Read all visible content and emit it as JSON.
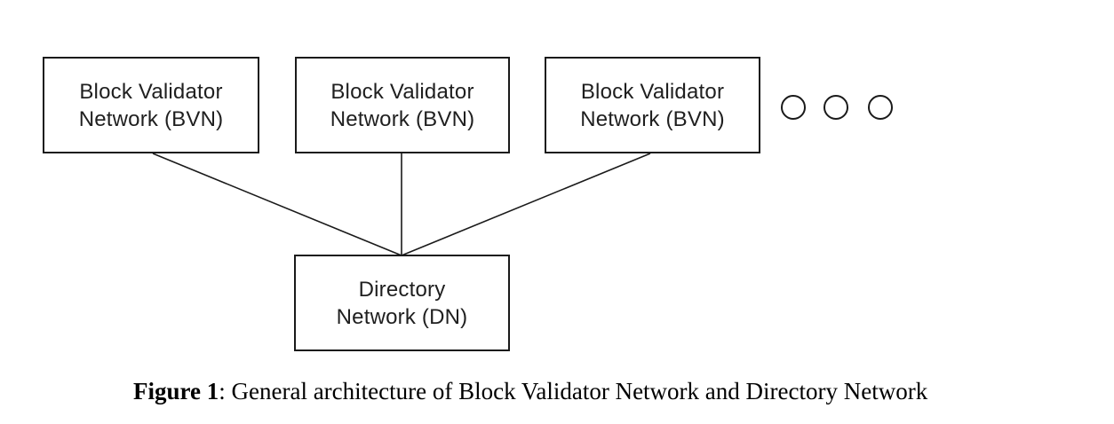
{
  "figure": {
    "boxes": {
      "bvn": [
        {
          "line1": "Block Validator",
          "line2": "Network (BVN)"
        },
        {
          "line1": "Block Validator",
          "line2": "Network (BVN)"
        },
        {
          "line1": "Block Validator",
          "line2": "Network (BVN)"
        }
      ],
      "dn": {
        "line1": "Directory",
        "line2": "Network (DN)"
      }
    },
    "ellipsis": {
      "circle_count": 3,
      "meaning": "more BVNs"
    },
    "caption": {
      "label": "Figure 1",
      "rest": ": General architecture of Block Validator Network and Directory Network"
    }
  },
  "colors": {
    "background": "#ffffff",
    "box_border": "#1a1a1a",
    "box_text": "#1f1f1f",
    "connector_line": "#1a1a1a",
    "caption_text": "#000000"
  }
}
